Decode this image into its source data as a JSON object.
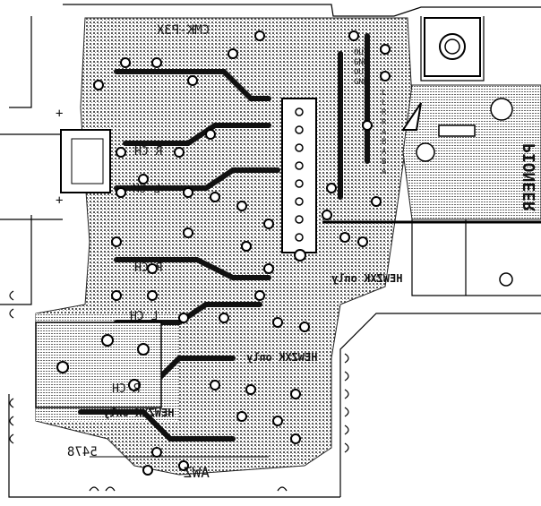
{
  "board": {
    "model_code": "CMK-P3X",
    "hewzxk_only_1": "HEWZXK only",
    "hewzxk_only_2": "HEWZXK only",
    "hewzxk_only_3": "HEWZXK only",
    "brand": "PIONEER",
    "serial_left": "5478",
    "awz": "AWZ",
    "plus_top": "+",
    "plus_bottom": "+",
    "ch_labels": [
      "R CH",
      "L CH",
      "R CH",
      "L CH",
      "R CH"
    ],
    "out_labels": [
      "OUT",
      "GND",
      "OUT",
      "GND"
    ],
    "side_letters": [
      "L",
      "L",
      "R",
      "R",
      "A",
      "B",
      "A",
      "B",
      "A"
    ]
  }
}
